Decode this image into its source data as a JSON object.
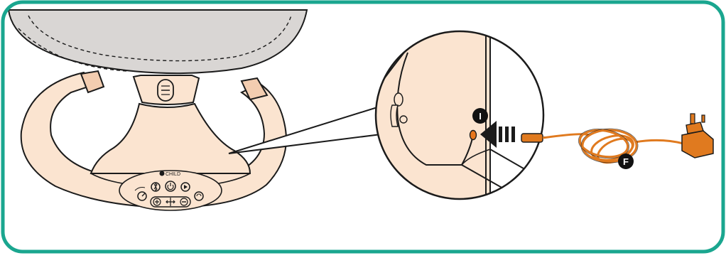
{
  "brand": {
    "logo_text": "CHILD"
  },
  "callouts": {
    "port": "I",
    "adapter": "F"
  },
  "colors": {
    "frame": "#1aa68f",
    "skin": "#fbe4d0",
    "skin_shade": "#f3cdb0",
    "seat": "#d9d6d4",
    "outline": "#1b1b1b",
    "cable": "#e07a1f",
    "port_led": "#e8761c",
    "badge": "#111111"
  },
  "icons": [
    "bluetooth-icon",
    "power-icon",
    "play-icon",
    "timer-icon",
    "plus-icon",
    "move-icon",
    "minus-icon",
    "speed-icon",
    "insert-arrow-icon",
    "plug-icon"
  ]
}
